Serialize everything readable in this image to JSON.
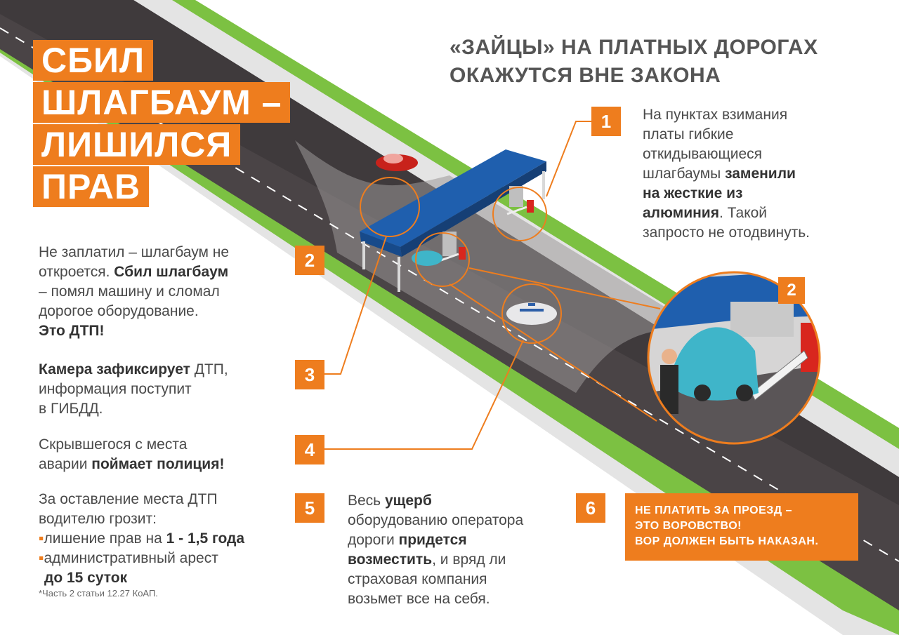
{
  "headline": [
    "СБИЛ",
    "ШЛАГБАУМ –",
    "ЛИШИЛСЯ",
    "ПРАВ"
  ],
  "subhead": [
    "«ЗАЙЦЫ» НА ПЛАТНЫХ ДОРОГАХ",
    "ОКАЖУТСЯ ВНЕ ЗАКОНА"
  ],
  "items": [
    {
      "num": "1"
    },
    {
      "num": "2"
    },
    {
      "num": "3"
    },
    {
      "num": "4"
    },
    {
      "num": "5"
    },
    {
      "num": "6"
    }
  ],
  "inset_badge": "2",
  "text1": {
    "l1": "На пунктах взимания",
    "l2": "платы гибкие",
    "l3": "откидывающиеся",
    "l4a": "шлагбаумы ",
    "l4b": "заменили",
    "l5": "на жесткие из",
    "l6a": "алюминия",
    "l6b": ". Такой",
    "l7": "запросто не отодвинуть."
  },
  "text2": {
    "l1": "Не заплатил – шлагбаум не",
    "l2a": "откроется. ",
    "l2b": "Сбил шлагбаум",
    "l3": "– помял машину и сломал",
    "l4": "дорогое оборудование.",
    "l5": "Это ДТП!"
  },
  "text3": {
    "l1a": "Камера зафиксирует",
    "l1b": " ДТП,",
    "l2": "информация поступит",
    "l3": "в ГИБДД."
  },
  "text4": {
    "l1": "Скрывшегося с места",
    "l2a": "аварии ",
    "l2b": "поймает полиция!"
  },
  "text5": {
    "l1": "За оставление места ДТП",
    "l2": "водителю грозит:",
    "b1a": "лишение прав на ",
    "b1b": "1 - 1,5 года",
    "b2": "административный арест",
    "b3": "до 15 суток",
    "bullet": "▪"
  },
  "footnote": "*Часть 2 статьи 12.27 КоАП.",
  "text6": {
    "l1a": "Весь ",
    "l1b": "ущерб",
    "l2": "оборудованию оператора",
    "l3a": "дороги ",
    "l3b": "придется",
    "l4a": "возместить",
    "l4b": ", и вряд ли",
    "l5": "страховая компания",
    "l6": "возьмет все на себя."
  },
  "callout": [
    "НЕ ПЛАТИТЬ ЗА ПРОЕЗД –",
    "ЭТО ВОРОВСТВО!",
    "ВОР ДОЛЖЕН БЫТЬ НАКАЗАН."
  ],
  "colors": {
    "accent": "#ee7d1e",
    "road": "#4a4446",
    "grass": "#7cc142",
    "canopy": "#1f5fae"
  }
}
